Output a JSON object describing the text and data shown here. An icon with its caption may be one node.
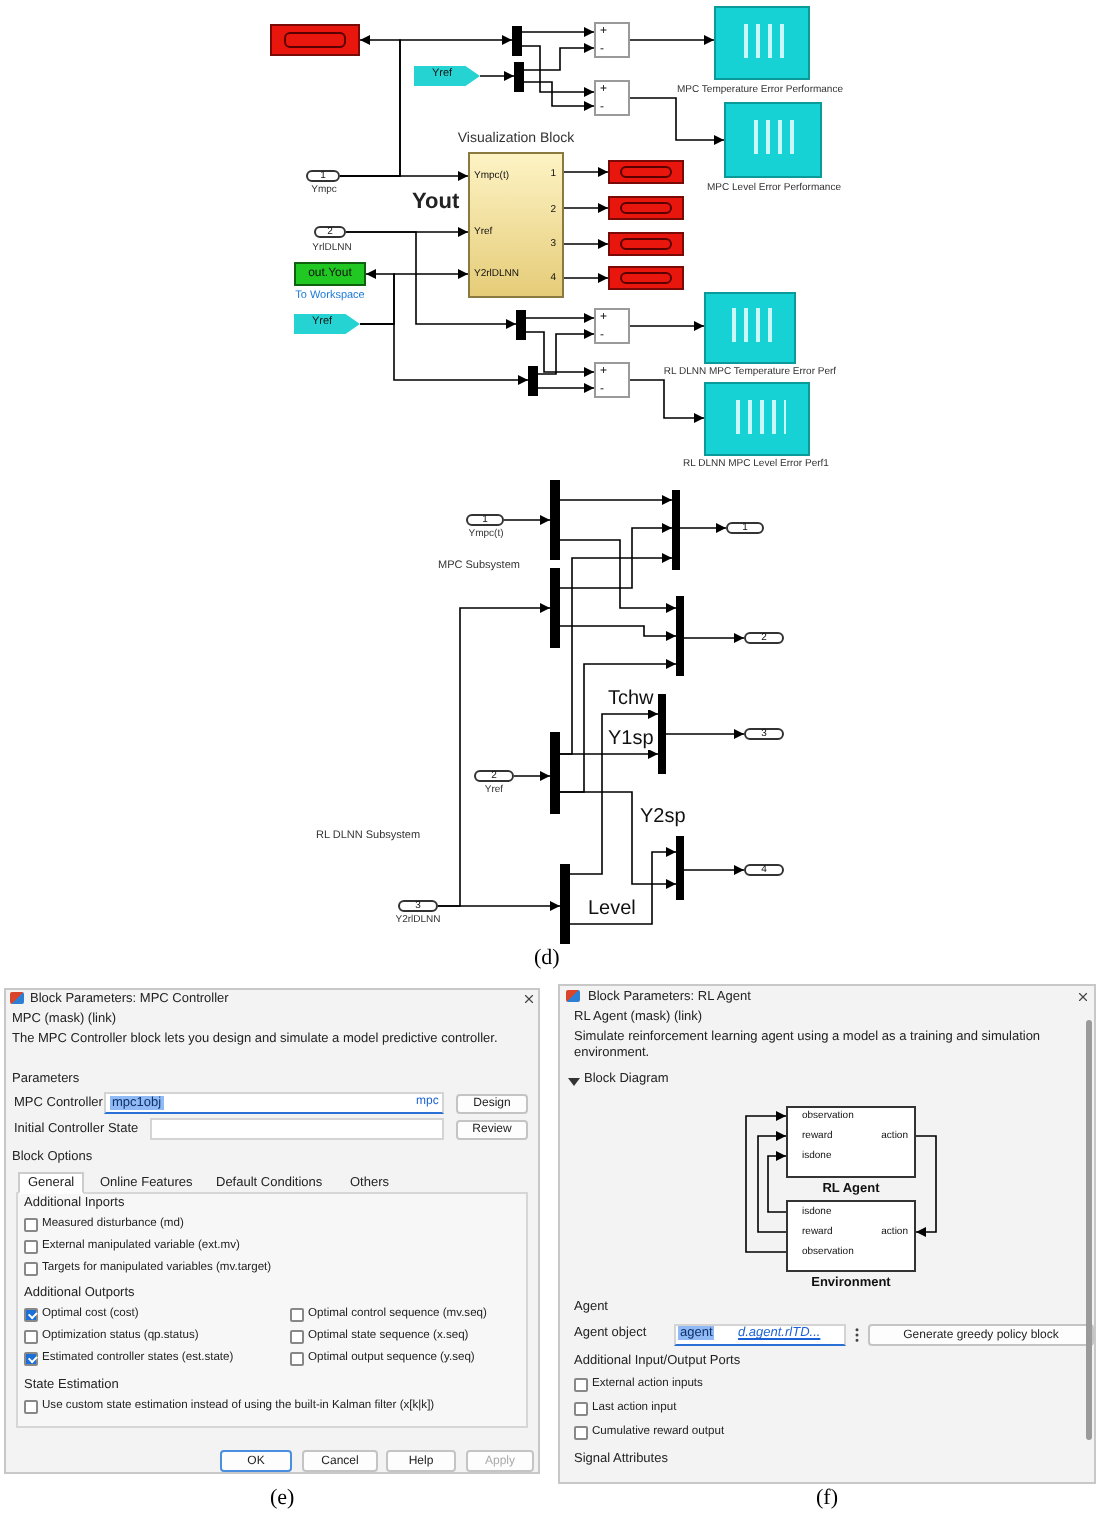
{
  "diagram": {
    "nodes": [
      {
        "text": [],
        "shape": "box"
      },
      {
        "text": [],
        "shape": "bar"
      },
      {
        "text": [
          "+",
          "-"
        ]
      },
      {
        "text": [],
        "shape": "box",
        "beside": [
          "MPC Temperature Error Performance"
        ]
      },
      {
        "text": [
          "Yref"
        ]
      },
      {
        "text": [],
        "shape": "bar"
      },
      {
        "text": [
          "+",
          "-"
        ]
      },
      {
        "text": [],
        "shape": "box",
        "beside": [
          "MPC Level Error Performance"
        ]
      },
      {
        "text": [
          "1"
        ],
        "beside": [
          "Ympc"
        ]
      },
      {
        "text": [
          "Ympc(t)",
          "Yref",
          "Y2rlDLNN",
          "1",
          "2",
          "3",
          "4"
        ],
        "beside": [
          "Visualization Block"
        ]
      },
      {
        "text": [],
        "shape": "box"
      },
      {
        "text": [],
        "shape": "box"
      },
      {
        "text": [],
        "shape": "box"
      },
      {
        "text": [],
        "shape": "box"
      },
      {
        "text": [
          "2"
        ],
        "beside": [
          "YrlDLNN"
        ]
      },
      {
        "text": [
          "out.Yout"
        ],
        "beside": [
          "To Workspace"
        ]
      },
      {
        "text": [
          "Yref"
        ]
      },
      {
        "text": [],
        "shape": "bar"
      },
      {
        "text": [
          "+",
          "-"
        ]
      },
      {
        "text": [],
        "shape": "box",
        "beside": [
          "RL DLNN MPC Temperature Error Perf"
        ]
      },
      {
        "text": [],
        "shape": "bar"
      },
      {
        "text": [
          "+",
          "-"
        ]
      },
      {
        "text": [],
        "shape": "box",
        "beside": [
          "RL DLNN MPC Level Error Perf1"
        ]
      },
      {
        "text": [
          "1"
        ],
        "beside": [
          "Ympc(t)"
        ]
      },
      {
        "text": [],
        "shape": "bar"
      },
      {
        "text": [],
        "shape": "bar"
      },
      {
        "text": [
          "1"
        ]
      },
      {
        "text": [],
        "shape": "bar"
      },
      {
        "text": [],
        "shape": "bar"
      },
      {
        "text": [
          "2"
        ]
      },
      {
        "text": [],
        "shape": "bar"
      },
      {
        "text": [
          "3"
        ]
      },
      {
        "text": [
          "2"
        ],
        "beside": [
          "Yref"
        ]
      },
      {
        "text": [],
        "shape": "bar"
      },
      {
        "text": [],
        "shape": "bar"
      },
      {
        "text": [
          "4"
        ]
      },
      {
        "text": [
          "3"
        ],
        "beside": [
          "Y2rlDLNN"
        ]
      },
      {
        "text": [],
        "shape": "bar"
      },
      {
        "text": [
          "Block Parameters: MPC Controller"
        ]
      },
      {
        "text": [
          "Design"
        ],
        "in": 38
      },
      {
        "text": [
          "Review"
        ],
        "in": 38
      },
      {
        "text": [
          "OK"
        ],
        "in": 38
      },
      {
        "text": [
          "Cancel"
        ],
        "in": 38
      },
      {
        "text": [
          "Help"
        ],
        "in": 38
      },
      {
        "text": [
          "Apply"
        ],
        "in": 38
      },
      {
        "text": [
          "Block Parameters: RL Agent"
        ]
      },
      {
        "text": [
          "observation",
          "reward",
          "isdone",
          "action"
        ],
        "in": 45,
        "beside": [
          "RL Agent"
        ]
      },
      {
        "text": [
          "isdone",
          "reward",
          "observation",
          "action"
        ],
        "in": 45,
        "beside": [
          "Environment"
        ]
      },
      {
        "text": [
          "Generate greedy policy block"
        ],
        "in": 45
      }
    ],
    "edges": [
      {
        "from": 8,
        "to": 0,
        "arrow": "to"
      },
      {
        "from": 8,
        "to": 1,
        "arrow": "to"
      },
      {
        "from": 8,
        "to": 9,
        "arrow": "to"
      },
      {
        "from": 4,
        "to": 5,
        "arrow": "to"
      },
      {
        "from": 1,
        "to": 2,
        "arrow": "to"
      },
      {
        "from": 5,
        "to": 2,
        "arrow": "to"
      },
      {
        "from": 1,
        "to": 6,
        "arrow": "to"
      },
      {
        "from": 5,
        "to": 6,
        "arrow": "to"
      },
      {
        "from": 2,
        "to": 3,
        "arrow": "to"
      },
      {
        "from": 6,
        "to": 7,
        "arrow": "to"
      },
      {
        "from": 9,
        "to": 10,
        "arrow": "to"
      },
      {
        "from": 9,
        "to": 11,
        "arrow": "to"
      },
      {
        "from": 9,
        "to": 12,
        "arrow": "to"
      },
      {
        "from": 9,
        "to": 13,
        "arrow": "to"
      },
      {
        "from": 14,
        "to": 9,
        "arrow": "to"
      },
      {
        "from": 14,
        "to": 17,
        "arrow": "to"
      },
      {
        "from": 16,
        "to": 9,
        "arrow": "to"
      },
      {
        "from": 16,
        "to": 15,
        "arrow": "to"
      },
      {
        "from": 16,
        "to": 20,
        "arrow": "to"
      },
      {
        "from": 17,
        "to": 18,
        "arrow": "to"
      },
      {
        "from": 20,
        "to": 18,
        "arrow": "to"
      },
      {
        "from": 17,
        "to": 21,
        "arrow": "to"
      },
      {
        "from": 20,
        "to": 21,
        "arrow": "to"
      },
      {
        "from": 18,
        "to": 19,
        "arrow": "to"
      },
      {
        "from": 21,
        "to": 22,
        "arrow": "to"
      },
      {
        "from": 23,
        "to": 24,
        "arrow": "to"
      },
      {
        "from": 24,
        "to": 25,
        "arrow": "to"
      },
      {
        "from": 24,
        "to": 28,
        "arrow": "to"
      },
      {
        "from": 27,
        "to": 25,
        "arrow": "to"
      },
      {
        "from": 27,
        "to": 28,
        "arrow": "to"
      },
      {
        "from": 36,
        "to": 27,
        "arrow": "to"
      },
      {
        "from": 36,
        "to": 37,
        "arrow": "to"
      },
      {
        "from": 32,
        "to": 33,
        "arrow": "to"
      },
      {
        "from": 33,
        "to": 30,
        "arrow": "to",
        "label": "Y1sp"
      },
      {
        "from": 33,
        "to": 25,
        "arrow": "to"
      },
      {
        "from": 33,
        "to": 28,
        "arrow": "to"
      },
      {
        "from": 33,
        "to": 34,
        "arrow": "to",
        "label": "Y2sp"
      },
      {
        "from": 37,
        "to": 30,
        "arrow": "to",
        "label": "Tchw"
      },
      {
        "from": 37,
        "to": 34,
        "arrow": "to",
        "label": "Level"
      },
      {
        "from": 25,
        "to": 26,
        "arrow": "to"
      },
      {
        "from": 28,
        "to": 29,
        "arrow": "to"
      },
      {
        "from": 30,
        "to": 31,
        "arrow": "to"
      },
      {
        "from": 34,
        "to": 35,
        "arrow": "to"
      },
      {
        "from": 46,
        "to": 47,
        "arrow": "to"
      },
      {
        "from": 47,
        "to": 46,
        "arrow": "to"
      },
      {
        "from": 47,
        "to": 46,
        "arrow": "to"
      },
      {
        "from": 47,
        "to": 46,
        "arrow": "to"
      }
    ],
    "labels": [
      "Yout",
      "MPC Subsystem",
      "RL DLNN Subsystem",
      "(d)",
      "MPC (mask) (link)",
      "The MPC Controller block lets you design and simulate a model predictive controller.",
      "Parameters",
      "MPC Controller",
      "mpc1obj",
      "mpc",
      "Initial Controller State",
      "Block Options",
      "General",
      "Online Features",
      "Default Conditions",
      "Others",
      "Additional Inports",
      "Measured disturbance (md)",
      "External manipulated variable (ext.mv)",
      "Targets for manipulated variables (mv.target)",
      "Additional Outports",
      "Optimal cost (cost)",
      "Optimal control sequence (mv.seq)",
      "Optimization status (qp.status)",
      "Optimal state sequence (x.seq)",
      "Estimated controller states (est.state)",
      "Optimal output sequence (y.seq)",
      "State Estimation",
      "Use custom state estimation instead of using the built-in Kalman filter (x[k|k])",
      "(e)",
      "RL Agent (mask) (link)",
      "Simulate reinforcement learning agent using a model as a training and simulation environment.",
      "Block Diagram",
      "Agent",
      "Agent object",
      "agent",
      "d.agent.rlTD...",
      "Additional Input/Output Ports",
      "External action inputs",
      "Last action input",
      "Cumulative reward output",
      "Signal Attributes",
      "(f)"
    ]
  }
}
